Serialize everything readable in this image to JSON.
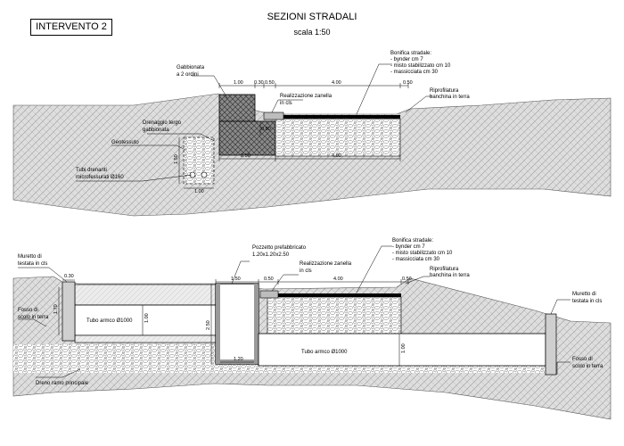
{
  "header": {
    "intervento": "INTERVENTO 2",
    "title": "SEZIONI STRADALI",
    "scale": "scala 1:50"
  },
  "section1": {
    "gabbionata": [
      "Gabbionata",
      "a 2 ordini"
    ],
    "zanella": [
      "Realizzazione zanella",
      "in cls"
    ],
    "bonifica": [
      "Bonifica stradale:",
      "- bynder cm 7",
      "- misto stabilizzato cm 10",
      "- massicciata cm 30"
    ],
    "riprofilatura": [
      "Riprofilatura",
      "banchina in terra"
    ],
    "drenaggio": [
      "Drenaggio tergo",
      "gabbionata"
    ],
    "geotessuto": "Geotessuto",
    "tubi": [
      "Tubi drenanti",
      "microfessurati Ø160"
    ],
    "dims": {
      "d100a": "1.00",
      "d030": "0.30",
      "d050a": "0.50",
      "d400a": "4.00",
      "d050b": "0.50",
      "d080": "0.80",
      "d250": "2.50",
      "d400b": "4.00",
      "d150": "1.50",
      "d100b": "1.00"
    }
  },
  "section2": {
    "muretto_left": [
      "Muretto di",
      "testata in cls"
    ],
    "pozzetto": [
      "Pozzetto prefabbricato",
      "1.20x1.20x2.50"
    ],
    "zanella": [
      "Realizzazione zanella",
      "in cls"
    ],
    "bonifica": [
      "Bonifica stradale:",
      "- bynder cm 7",
      "- misto stabilizzato cm 10",
      "- massicciata cm 30"
    ],
    "riprofilatura": [
      "Riprofilatura",
      "banchina in terra"
    ],
    "muretto_right": [
      "Muretto di",
      "testata in cls"
    ],
    "fosso_left": [
      "Fosso di",
      "scolo in terra"
    ],
    "fosso_right": [
      "Fosso di",
      "scolo in terra"
    ],
    "tubo_left": "Tubo armco Ø1000",
    "tubo_right": "Tubo armco Ø1000",
    "dreno": "Dreno ramo principale",
    "dims": {
      "d030": "0.30",
      "d170": "1.70",
      "d100a": "1.00",
      "d150": "1.50",
      "d050a": "0.50",
      "d400": "4.00",
      "d050b": "0.50",
      "d250": "2.50",
      "d120": "1.20",
      "d100b": "1.00"
    }
  }
}
